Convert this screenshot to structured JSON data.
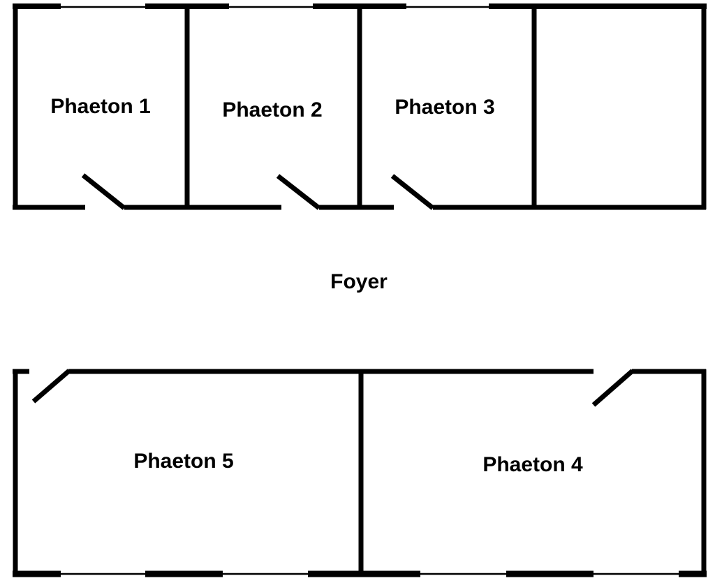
{
  "rooms": [
    {
      "label": "Phaeton 1"
    },
    {
      "label": "Phaeton 2"
    },
    {
      "label": "Phaeton 3"
    },
    {
      "label": "Phaeton 4"
    },
    {
      "label": "Phaeton 5"
    }
  ],
  "foyer": {
    "label": "Foyer"
  },
  "colors": {
    "wall": "#000000",
    "background": "#ffffff"
  }
}
